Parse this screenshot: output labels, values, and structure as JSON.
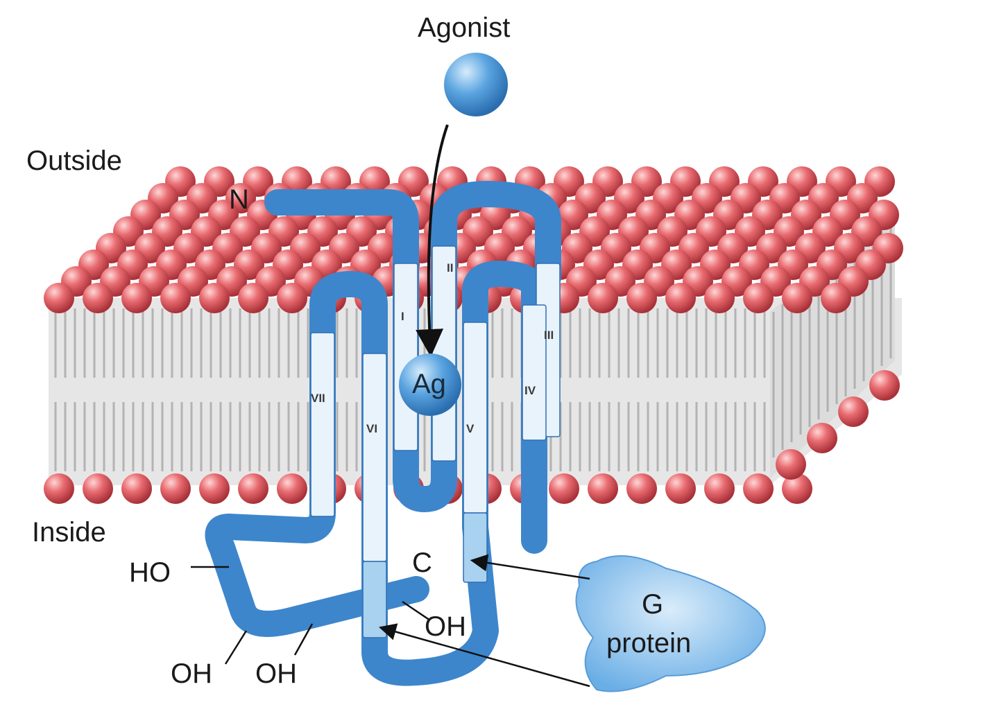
{
  "labels": {
    "agonist": "Agonist",
    "outside": "Outside",
    "inside": "Inside",
    "n_terminus": "N",
    "c_terminus": "C",
    "ag": "Ag",
    "g_protein_line1": "G",
    "g_protein_line2": "protein",
    "ho": "HO",
    "oh_1": "OH",
    "oh_2": "OH",
    "oh_3": "OH"
  },
  "helices": [
    "I",
    "II",
    "III",
    "IV",
    "V",
    "VI",
    "VII"
  ],
  "colors": {
    "lipid_head": "#e05a60",
    "lipid_tail": "#c9c9c9",
    "receptor_blue": "#3d86cc",
    "helix_light": "#e9f3fc",
    "helix_mid": "#a9d1f0",
    "agonist_ball": "#5aa4e0",
    "g_protein": "#8fc3ec"
  }
}
